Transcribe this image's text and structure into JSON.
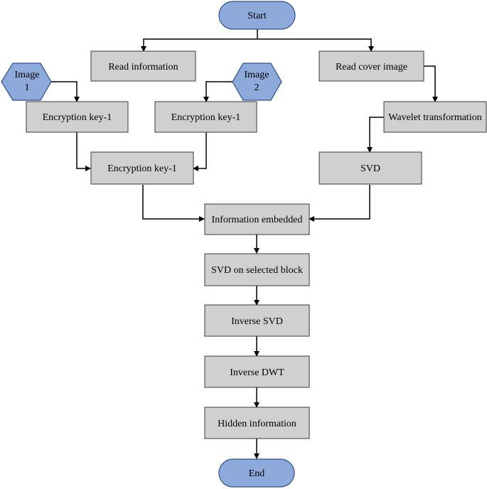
{
  "diagram": {
    "nodes": {
      "start": "Start",
      "read_information": "Read information",
      "read_cover_image": "Read cover image",
      "image1_line1": "Image",
      "image1_line2": "1",
      "image2_line1": "Image",
      "image2_line2": "2",
      "encryption_key_left": "Encryption key-1",
      "encryption_key_right": "Encryption key-1",
      "encryption_key_merged": "Encryption key-1",
      "wavelet_transformation": "Wavelet transformation",
      "svd": "SVD",
      "information_embedded": "Information embedded",
      "svd_selected_block": "SVD on selected block",
      "inverse_svd": "Inverse SVD",
      "inverse_dwt": "Inverse DWT",
      "hidden_information": "Hidden information",
      "end": "End"
    },
    "colors": {
      "process_fill": "#d0d0d0",
      "terminal_fill": "#8eaadb",
      "input_fill": "#8eaadb",
      "arrow": "#000000"
    }
  }
}
